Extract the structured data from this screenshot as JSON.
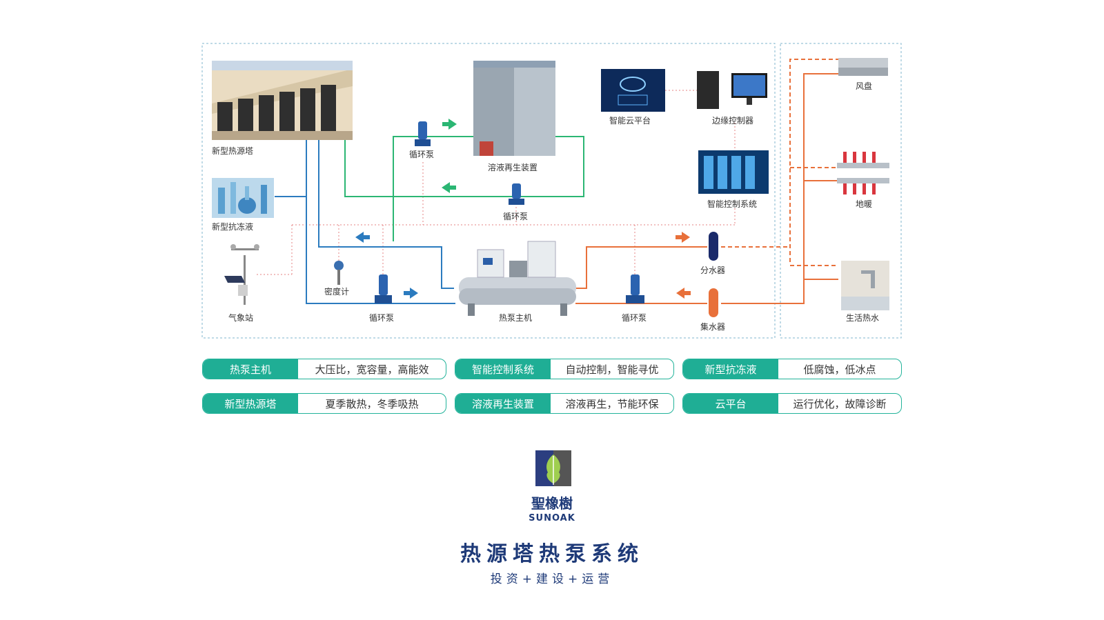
{
  "labels": {
    "tower": "新型热源塔",
    "antifreeze": "新型抗冻液",
    "weather": "气象站",
    "density": "密度计",
    "pump_left": "循环泵",
    "pump_top": "循环泵",
    "pump_mid": "循环泵",
    "pump_right": "循环泵",
    "regen": "溶液再生装置",
    "heatpump": "热泵主机",
    "cloud": "智能云平台",
    "edge": "边缘控制器",
    "smartctrl": "智能控制系统",
    "distributor": "分水器",
    "collector": "集水器",
    "fancoil": "风盘",
    "floorheat": "地暖",
    "hotwater": "生活热水"
  },
  "features": [
    {
      "key": "热泵主机",
      "value": "大压比，宽容量，高能效"
    },
    {
      "key": "智能控制系统",
      "value": "自动控制，智能寻优"
    },
    {
      "key": "新型抗冻液",
      "value": "低腐蚀，低冰点"
    },
    {
      "key": "新型热源塔",
      "value": "夏季散热，冬季吸热"
    },
    {
      "key": "溶液再生装置",
      "value": "溶液再生，节能环保"
    },
    {
      "key": "云平台",
      "value": "运行优化，故障诊断"
    }
  ],
  "brand": {
    "logo_cn": "聖橡樹",
    "logo_en": "SUNOAK",
    "title": "热源塔热泵系统",
    "subtitle": "投资+建设+运营"
  },
  "colors": {
    "blue_line": "#2b7bbf",
    "green_line": "#2bb673",
    "orange_line": "#e8703a",
    "control_dash": "#e07070",
    "teal": "#1fae95",
    "navy": "#1e3a78"
  }
}
